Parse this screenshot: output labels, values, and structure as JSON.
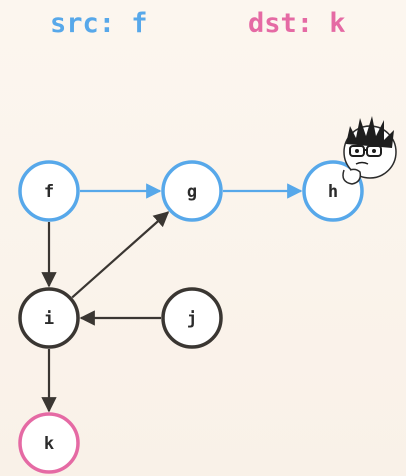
{
  "header": {
    "src_label": "src: f",
    "dst_label": "dst: k"
  },
  "colors": {
    "visited": "#57a8ea",
    "target": "#e56aa4",
    "default": "#3a3632",
    "node_fill": "#ffffff",
    "background": "#fbf5ee"
  },
  "graph": {
    "nodes": [
      {
        "id": "f",
        "label": "f",
        "state": "visited"
      },
      {
        "id": "g",
        "label": "g",
        "state": "visited"
      },
      {
        "id": "h",
        "label": "h",
        "state": "visited"
      },
      {
        "id": "i",
        "label": "i",
        "state": "default"
      },
      {
        "id": "j",
        "label": "j",
        "state": "default"
      },
      {
        "id": "k",
        "label": "k",
        "state": "target"
      }
    ],
    "edges": [
      {
        "from": "f",
        "to": "g",
        "state": "visited"
      },
      {
        "from": "g",
        "to": "h",
        "state": "visited"
      },
      {
        "from": "f",
        "to": "i",
        "state": "default"
      },
      {
        "from": "i",
        "to": "g",
        "state": "default"
      },
      {
        "from": "j",
        "to": "i",
        "state": "default"
      },
      {
        "from": "i",
        "to": "k",
        "state": "default"
      }
    ]
  },
  "mascot": {
    "icon": "thinking-face-icon"
  }
}
